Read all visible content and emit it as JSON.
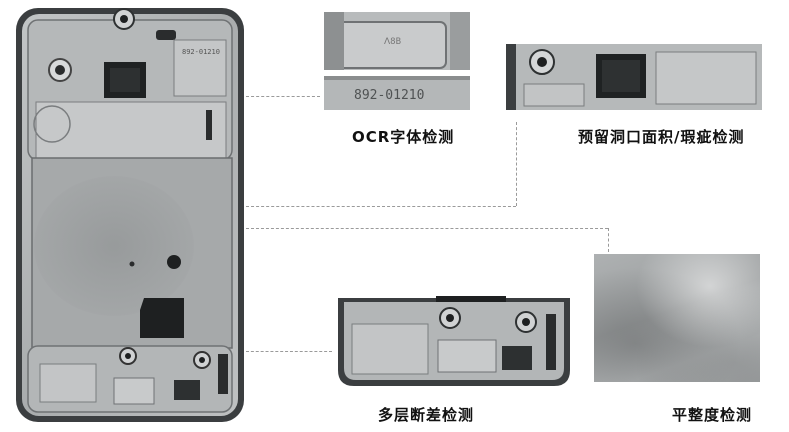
{
  "labels": {
    "ocr": "OCR字体检测",
    "hole_area_defect": "预留洞口面积/瑕疵检测",
    "layer_step": "多层断差检测",
    "flatness": "平整度检测"
  },
  "engravings": {
    "code_top": "892-01210",
    "code_zoom": "892-01210"
  },
  "colors": {
    "frame_dark": "#3b3e40",
    "metal_mid": "#b0b3b4",
    "accent_text": "#111111"
  }
}
